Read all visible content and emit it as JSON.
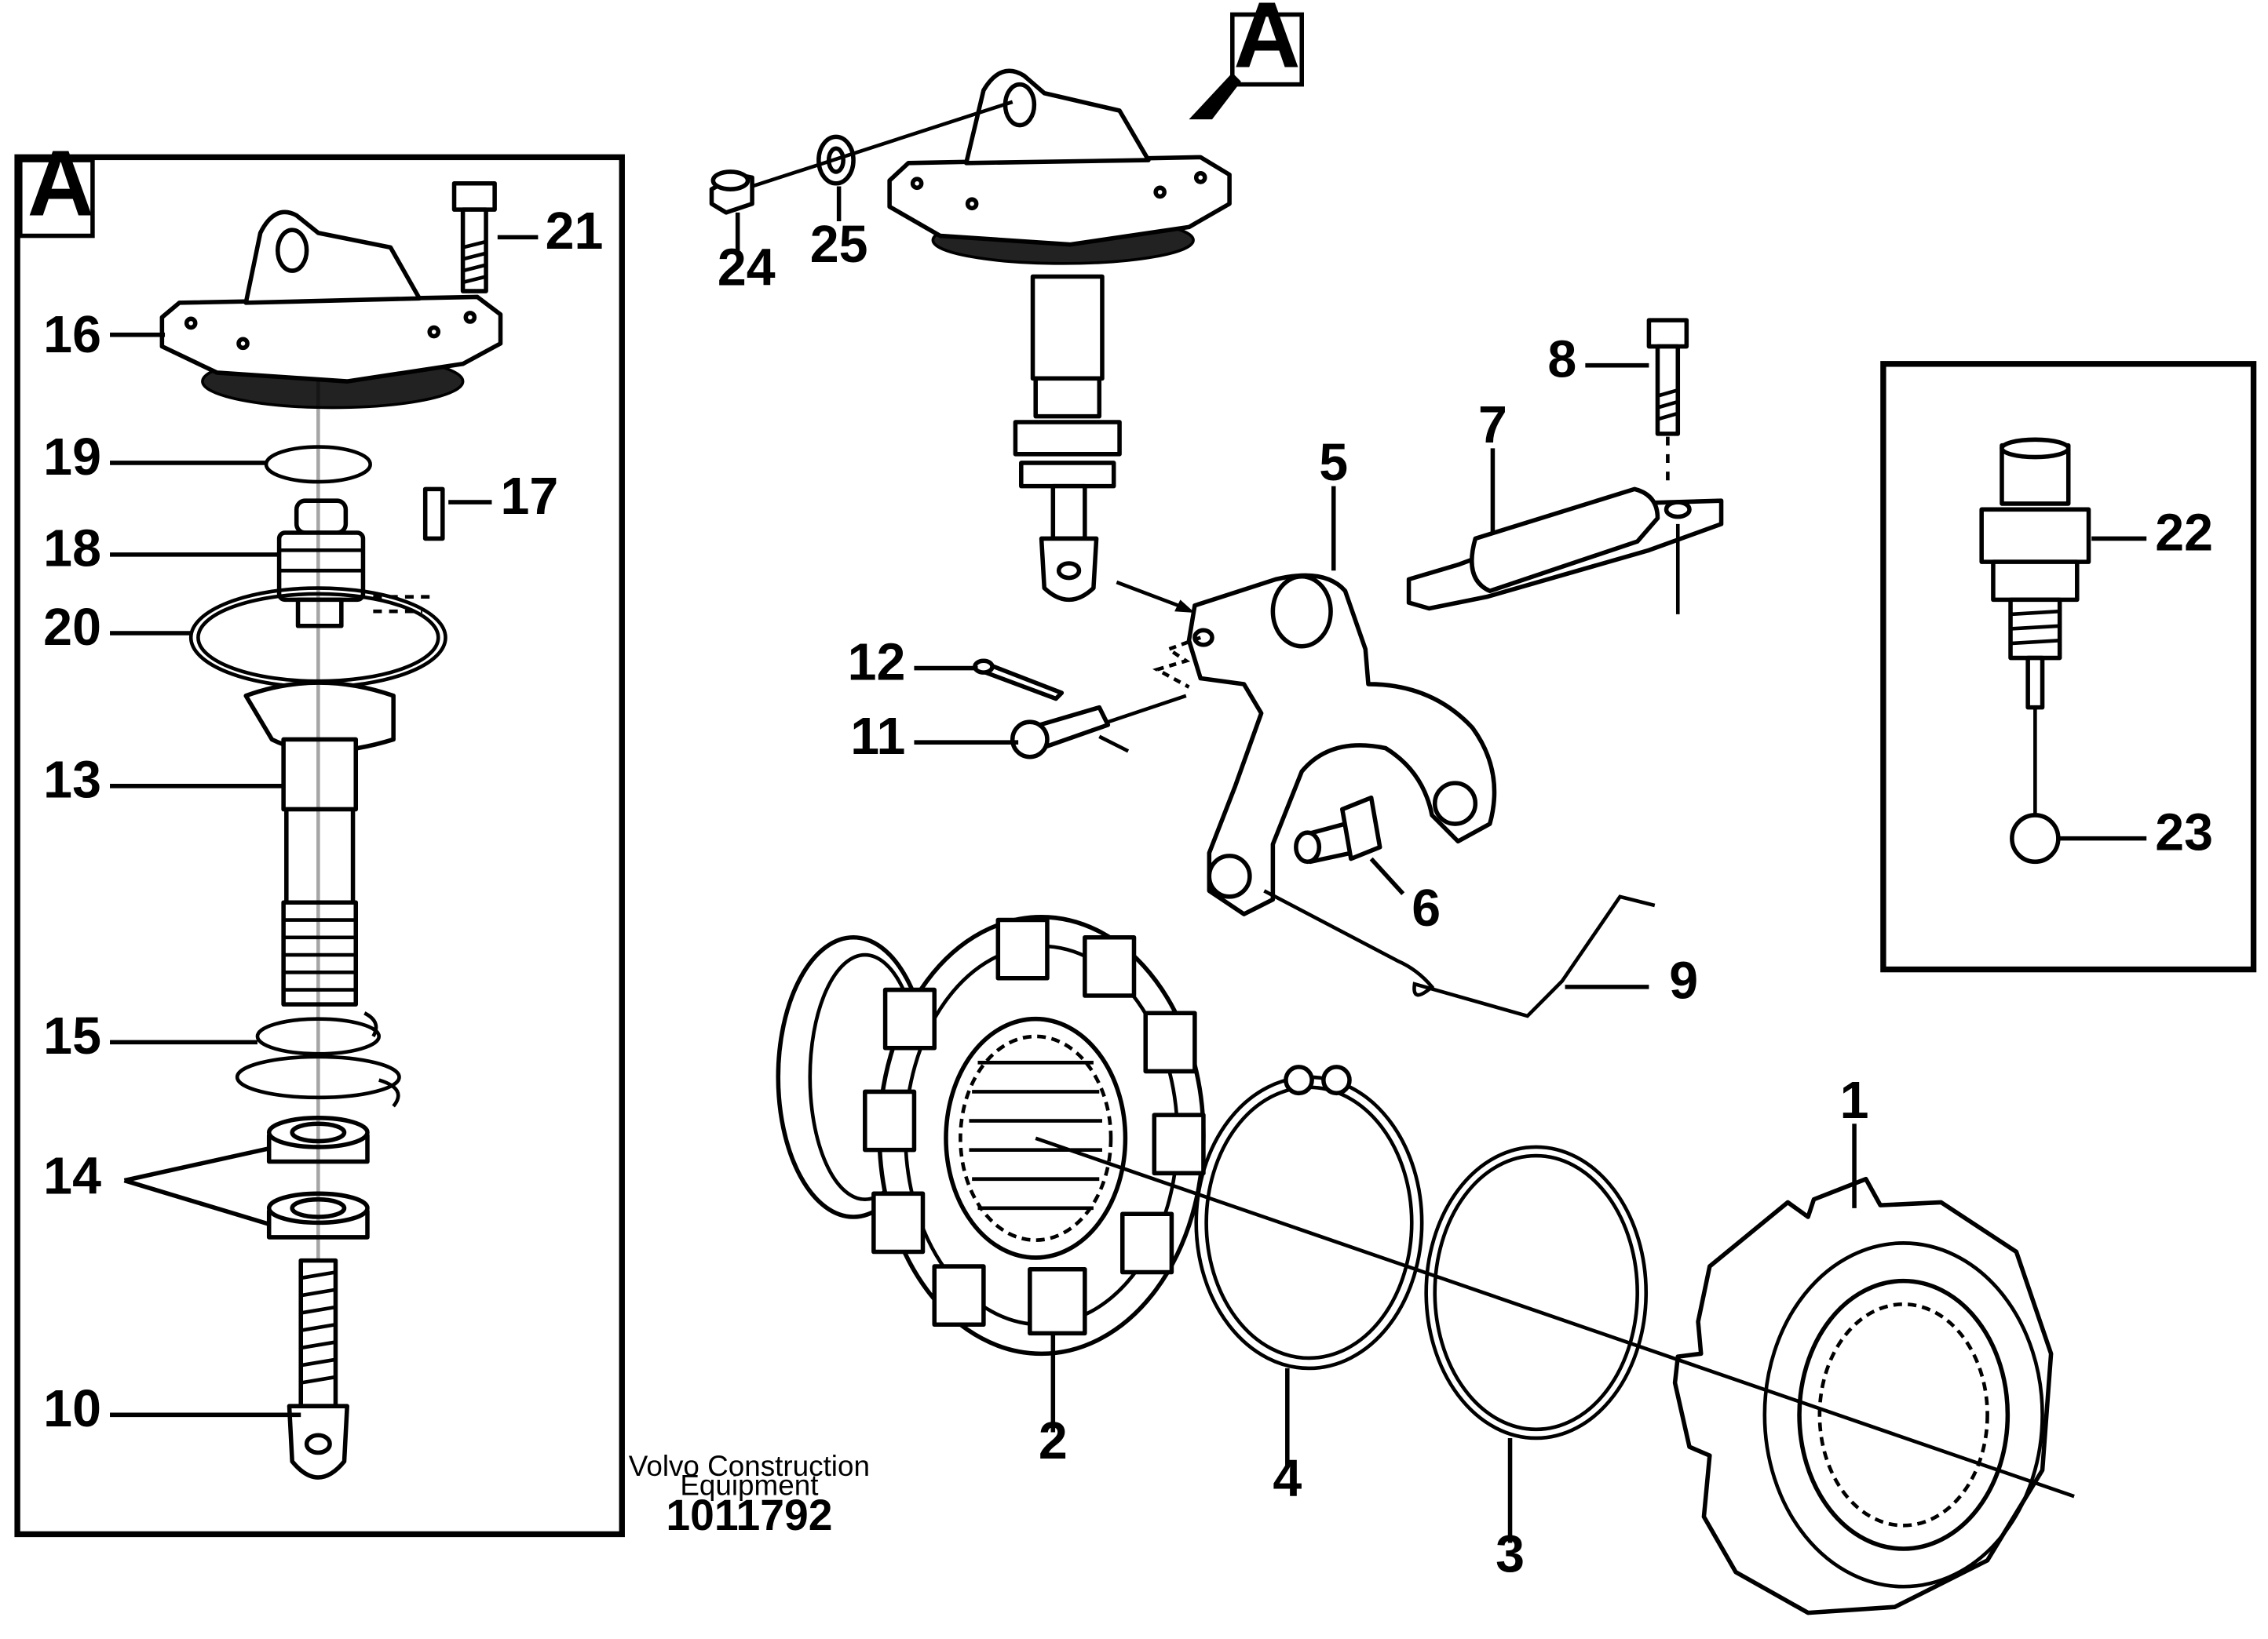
{
  "figure": {
    "publisher_line1": "Volvo Construction",
    "publisher_line2": "Equipment",
    "document_number": "1011792"
  },
  "detail_view": {
    "letter": "A",
    "reference_letter": "A"
  },
  "callouts": {
    "c1": "1",
    "c2": "2",
    "c3": "3",
    "c4": "4",
    "c5": "5",
    "c6": "6",
    "c7": "7",
    "c8": "8",
    "c9": "9",
    "c10": "10",
    "c11": "11",
    "c12": "12",
    "c13": "13",
    "c14": "14",
    "c15": "15",
    "c16": "16",
    "c17": "17",
    "c18": "18",
    "c19": "19",
    "c20": "20",
    "c21": "21",
    "c22": "22",
    "c23": "23",
    "c24": "24",
    "c25": "25"
  }
}
